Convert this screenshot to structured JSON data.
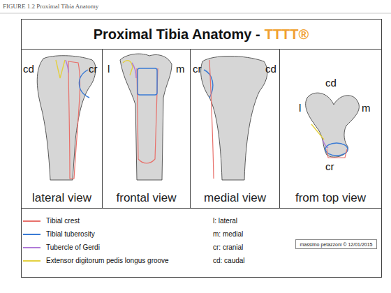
{
  "diagram": {
    "title": "Proximal Tibia Anatomy -",
    "caption": "FIGURE 1.2 Proximal Tibia Anatomy",
    "nodes": [
      {
        "text": [
          "lateral view"
        ]
      },
      {
        "text": [
          "frontal view"
        ]
      },
      {
        "text": [
          "medial view"
        ]
      },
      {
        "text": [
          "from top view"
        ]
      },
      {
        "text": [
          "massimo petazzoni © 12/01/2015"
        ]
      }
    ],
    "labels": [
      "TTTT®",
      "cd",
      "cr",
      "l",
      "m",
      "cr",
      "cd",
      "cd",
      "l",
      "m",
      "cr",
      "l: lateral",
      "m: medial",
      "cr: cranial",
      "cd: caudal"
    ],
    "legend": [
      {
        "text": "Tibial crest",
        "color": "#e8706a"
      },
      {
        "text": "Tibial tuberosity",
        "color": "#3a7bd5"
      },
      {
        "text": "Tubercle of Gerdi",
        "color": "#b07ad8"
      },
      {
        "text": "Extensor digitorum pedis longus groove",
        "color": "#e4d040"
      }
    ]
  }
}
